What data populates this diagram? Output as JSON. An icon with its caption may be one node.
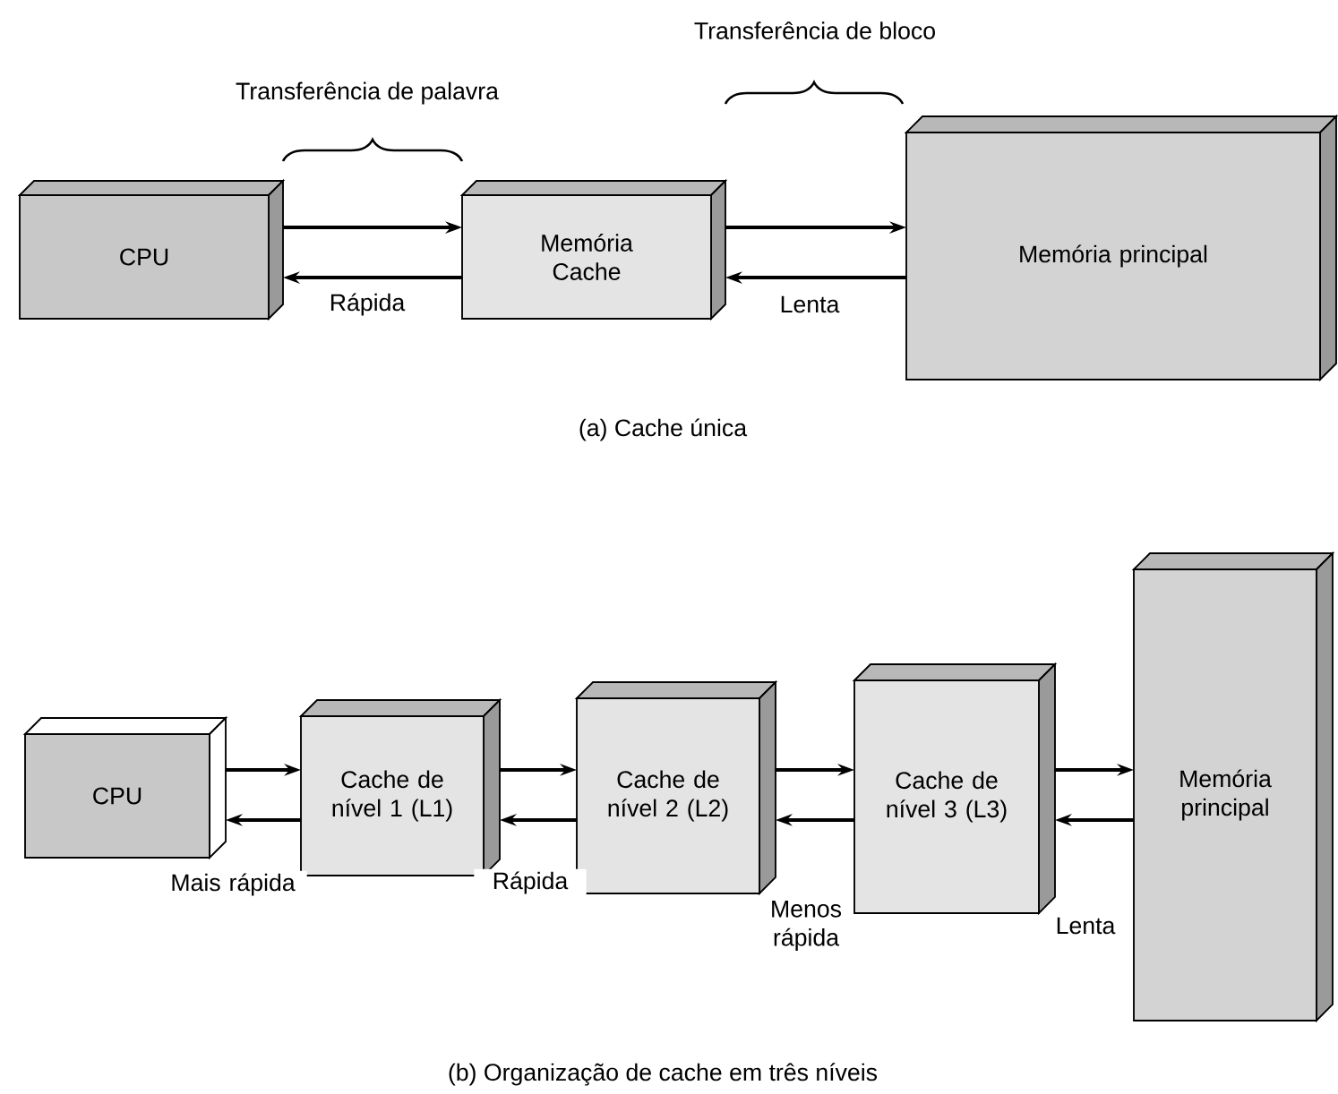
{
  "diagram": {
    "nodes": [
      {
        "text": [
          "CPU"
        ]
      },
      {
        "text": [
          "Memória Cache"
        ]
      },
      {
        "text": [
          "Memória principal"
        ]
      },
      {
        "text": [
          "CPU"
        ]
      },
      {
        "text": [
          "Cache de nível 1 (L1)"
        ]
      },
      {
        "text": [
          "Cache de nível 2 (L2)"
        ]
      },
      {
        "text": [
          "Cache de nível 3 (L3)"
        ]
      },
      {
        "text": [
          "Memória principal"
        ]
      }
    ],
    "edges": [
      {
        "from": 0,
        "to": 1,
        "arrow": "to"
      },
      {
        "from": 1,
        "to": 0,
        "arrow": "to",
        "label": "Rápida"
      },
      {
        "from": 1,
        "to": 2,
        "arrow": "to"
      },
      {
        "from": 2,
        "to": 1,
        "arrow": "to",
        "label": "Lenta"
      },
      {
        "from": 3,
        "to": 4,
        "arrow": "to"
      },
      {
        "from": 4,
        "to": 3,
        "arrow": "to",
        "label": "Mais rápida"
      },
      {
        "from": 4,
        "to": 5,
        "arrow": "to"
      },
      {
        "from": 5,
        "to": 4,
        "arrow": "to",
        "label": "Rápida"
      },
      {
        "from": 5,
        "to": 6,
        "arrow": "to"
      },
      {
        "from": 6,
        "to": 5,
        "arrow": "to",
        "label": "Menos rápida"
      },
      {
        "from": 6,
        "to": 7,
        "arrow": "to"
      },
      {
        "from": 7,
        "to": 6,
        "arrow": "to",
        "label": "Lenta"
      }
    ],
    "labels": [
      "Transferência de bloco",
      "Transferência de palavra",
      "(a) Cache única",
      "(b) Organização de cache em três níveis"
    ]
  }
}
